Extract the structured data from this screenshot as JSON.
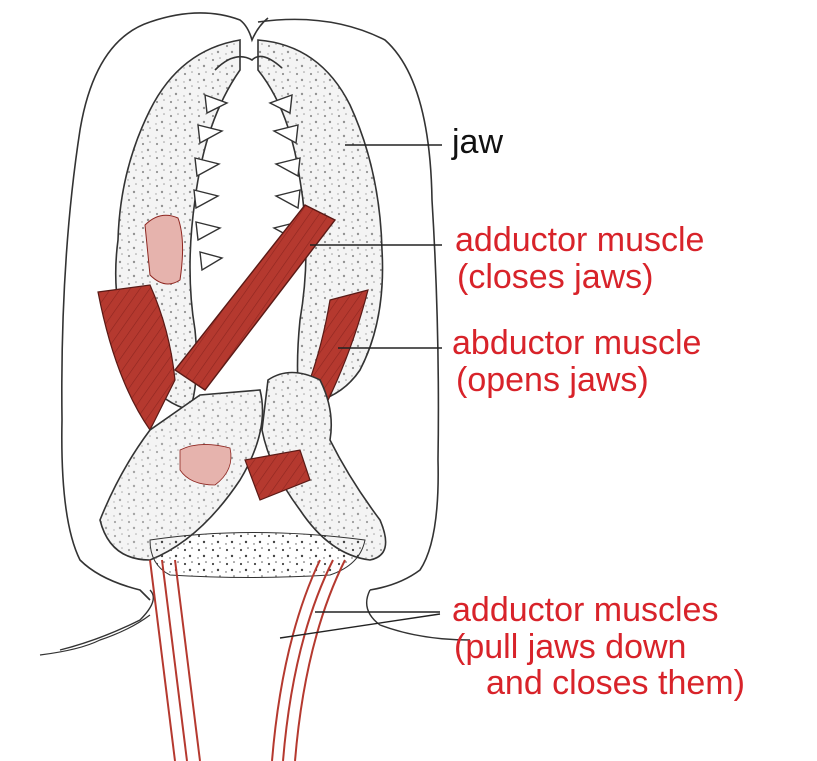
{
  "labels": {
    "jaw": "jaw",
    "adductor": {
      "line1": "adductor muscle",
      "line2": "(closes jaws)"
    },
    "abductor": {
      "line1": "abductor muscle",
      "line2": "(opens jaws)"
    },
    "adductors": {
      "line1": "adductor muscles",
      "line2": "(pull jaws down",
      "line3": "and closes them)"
    }
  },
  "colors": {
    "label_red": "#d8232a",
    "label_black": "#111111",
    "muscle": "#b5392f",
    "muscle_pale": "#e6b3ad",
    "outline": "#333333"
  }
}
